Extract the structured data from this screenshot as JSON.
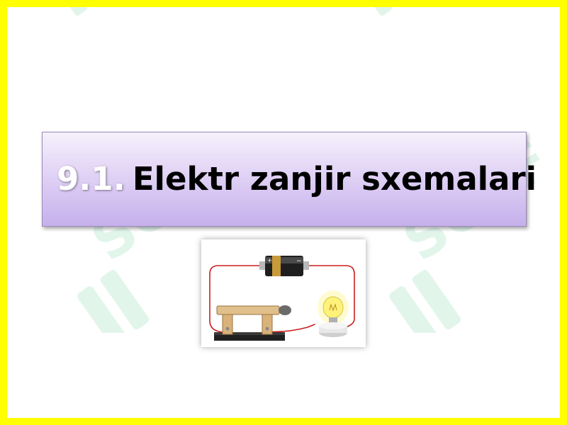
{
  "title": {
    "number": "9.1.",
    "text": "Elektr zanjir sxemalari"
  },
  "watermark": {
    "brand": "SOFF",
    "color": "#7fd6a8"
  },
  "colors": {
    "frame": "#ffff00",
    "banner_top": "#f6f1fc",
    "banner_bottom": "#c6b0ec",
    "wire": "#cc1f1f"
  },
  "image": {
    "battery_plus": "+",
    "battery_minus": "−"
  }
}
